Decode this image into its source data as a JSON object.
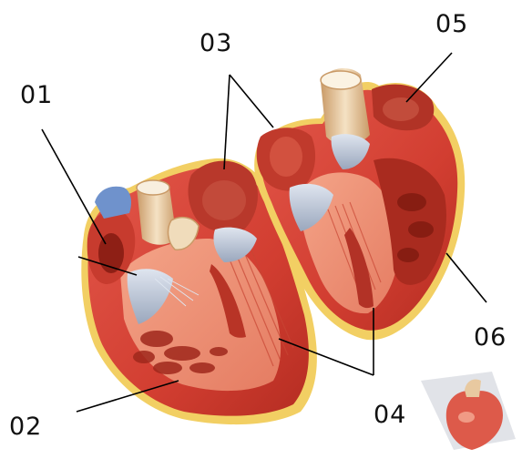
{
  "labels": {
    "l01": "01",
    "l02": "02",
    "l03": "03",
    "l04": "04",
    "l05": "05",
    "l06": "06"
  },
  "colors": {
    "muscle": "#d9483a",
    "muscle_dark": "#9e2418",
    "muscle_light": "#ef8e76",
    "fat": "#f3d36a",
    "valve": "#b9c3d3",
    "vessel_blue": "#6d8fc9",
    "artery_tan": "#e8c9a0",
    "leader_line": "#000000"
  }
}
